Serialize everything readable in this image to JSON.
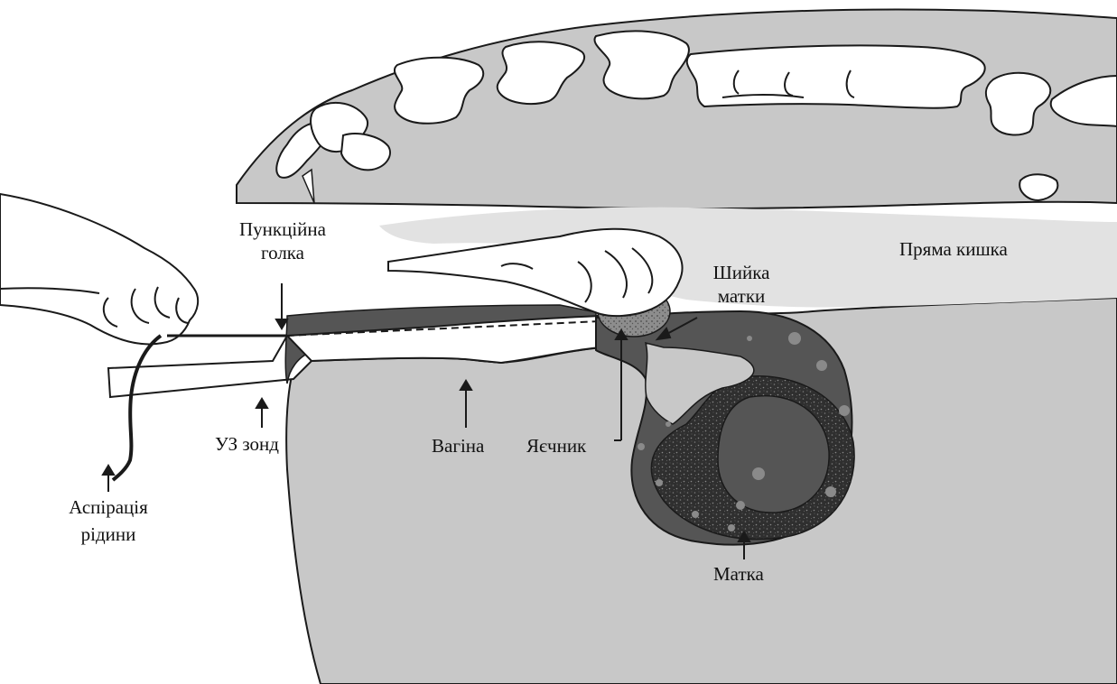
{
  "labels": {
    "needle_line1": "Пункційна",
    "needle_line2": "голка",
    "rectum": "Пряма кишка",
    "cervix_line1": "Шийка",
    "cervix_line2": "матки",
    "probe": "УЗ зонд",
    "vagina": "Вагіна",
    "ovary": "Яєчник",
    "aspiration_line1": "Аспірація",
    "aspiration_line2": "рідини",
    "uterus": "Матка"
  },
  "colors": {
    "body": "#c8c8c8",
    "bone": "#ffffff",
    "rectum": "#e2e2e2",
    "organ_dark": "#555555",
    "uterus_speckle": "#2f2f2f",
    "outline": "#1a1a1a"
  }
}
